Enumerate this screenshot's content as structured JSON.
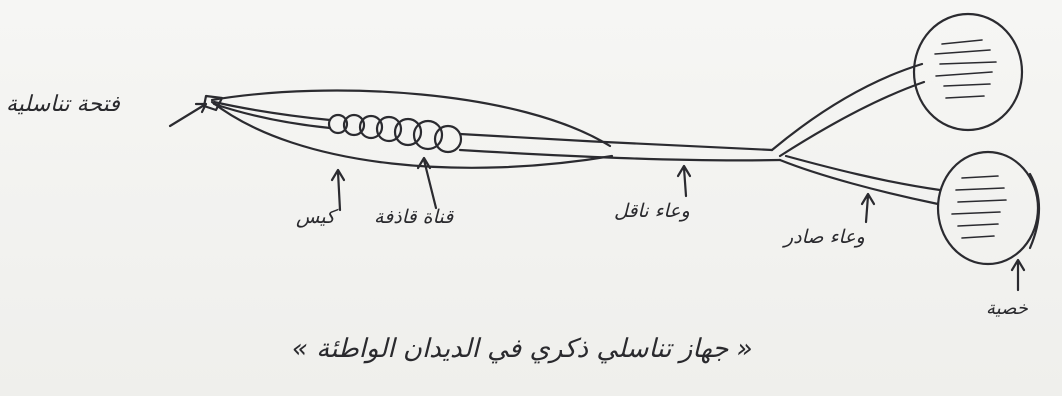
{
  "labels": {
    "genital_opening": "فتحة تناسلية",
    "sac": "كيس",
    "ejaculatory_duct": "قناة قاذفة",
    "vas_deferens": "وعاء ناقل",
    "vas_efferens": "وعاء صادر",
    "testis": "خصية"
  },
  "caption": "« جهاز تناسلي ذكري في الديدان الواطئة »"
}
